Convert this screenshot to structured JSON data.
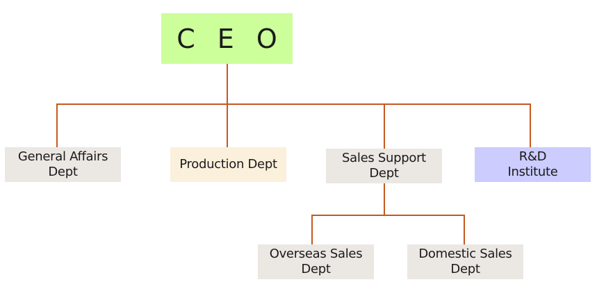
{
  "colors": {
    "connector": "#c5581f",
    "ceo_fill": "#ccff99",
    "grey_fill": "#ebe7e3",
    "beige_fill": "#fbf0dc",
    "lavender_fill": "#ccccff"
  },
  "org": {
    "ceo": {
      "label": "C E O"
    },
    "departments": {
      "general_affairs": {
        "line1": "General Affairs",
        "line2": "Dept"
      },
      "production": {
        "line1": "Production Dept"
      },
      "sales_support": {
        "line1": "Sales Support",
        "line2": "Dept"
      },
      "rd": {
        "line1": "R&D",
        "line2": "Institute"
      }
    },
    "sub_departments": {
      "overseas_sales": {
        "line1": "Overseas Sales",
        "line2": "Dept"
      },
      "domestic_sales": {
        "line1": "Domestic Sales",
        "line2": "Dept"
      }
    }
  }
}
